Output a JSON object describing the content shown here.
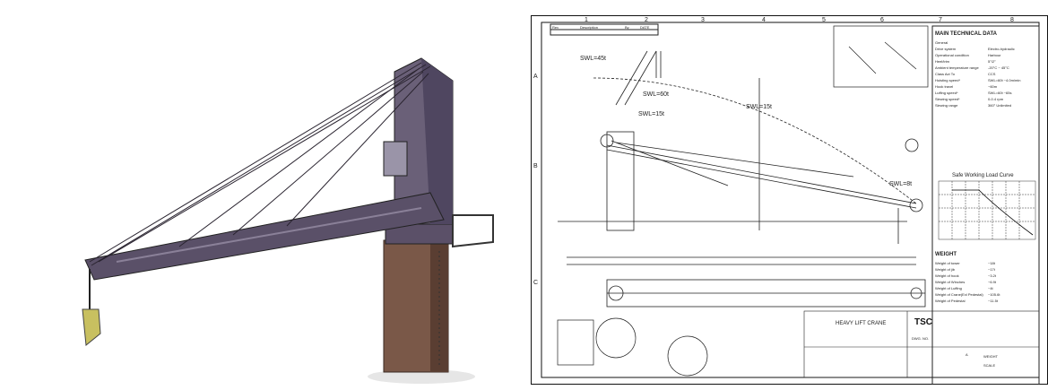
{
  "render": {
    "colors": {
      "crane": "#5a5068",
      "pedestal": "#6b4a3a",
      "cables": "#2a2430",
      "hook": "#c8c060"
    }
  },
  "drawing": {
    "grid_columns": [
      "1",
      "2",
      "3",
      "4",
      "5",
      "6",
      "7",
      "8"
    ],
    "grid_rows": [
      "A",
      "B",
      "C"
    ],
    "load_labels": {
      "swl45": "SWL=45t",
      "swl60": "SWL=60t",
      "swl15a": "SWL=15t",
      "swl15b": "SWL=15t",
      "swl8": "SWL=8t"
    },
    "tech_title": "MAIN TECHNICAL DATA",
    "tech_rows": [
      [
        "General",
        ""
      ],
      [
        "Drive system",
        "Electro-hydraulic"
      ],
      [
        "Operational condition",
        "Harbour"
      ],
      [
        "Heel/trim",
        "5°/2°"
      ],
      [
        "Ambient temperature range",
        "-20°C ~ 45°C"
      ],
      [
        "Class Act To",
        "CCS"
      ],
      [
        "Hoisting speed*",
        "SWL=60t ~4.0m/min"
      ],
      [
        "Hook travel",
        "~60m"
      ],
      [
        "Luffing speed*",
        "SWL=60t ~65s"
      ],
      [
        "Slewing speed*",
        "0-0.4 rpm"
      ],
      [
        "Slewing range",
        "360° Unlimited"
      ]
    ],
    "curve_title": "Safe Working Load Curve",
    "weight_title": "WEIGHT",
    "weight_rows": [
      [
        "Weight of tower",
        "~18t"
      ],
      [
        "Weight of jib",
        "~17t"
      ],
      [
        "Weight of hook",
        "~3.2t"
      ],
      [
        "Weight of Winches",
        "~6.9t"
      ],
      [
        "Weight of Luffing",
        "~4t"
      ],
      [
        "Weight of Crane(Exl Pedestal)",
        "~105.6t"
      ],
      [
        "Weight of Pedestal",
        "~11.5t"
      ]
    ],
    "title_block": {
      "logo": "TSC",
      "crane_name": "HEAVY LIFT CRANE",
      "drawing_no_label": "DWG. NO.",
      "scale_label": "SCALE",
      "weight_label": "WEIGHT",
      "sheet": "A"
    },
    "revision_header": [
      "Rev",
      "Description",
      "By",
      "DATE"
    ]
  }
}
